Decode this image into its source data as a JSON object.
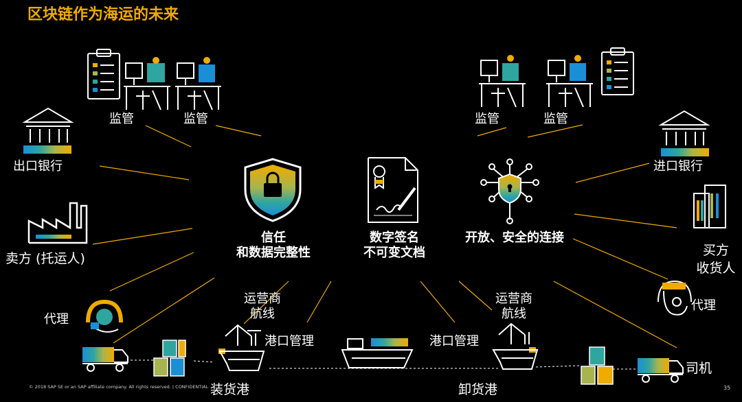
{
  "title": "区块链作为海运的未来",
  "colors": {
    "accent": "#f0ab00",
    "teal": "#2fa5a0",
    "blue": "#1a8fd6",
    "green": "#a8b44e",
    "line": "#f0ab00",
    "background": "#000000"
  },
  "icons": {
    "regulator_clipboard": "clipboard-checklist-icon",
    "regulator_desk": "desk-worker-icon",
    "bank": "bank-building-icon",
    "factory": "factory-icon",
    "agent": "headset-agent-icon",
    "truck": "truck-icon",
    "containers": "container-stack-icon",
    "ship_crane": "port-crane-ship-icon",
    "cargo_ship": "cargo-ship-icon",
    "trust": "shield-lock-icon",
    "signature": "signed-document-icon",
    "network": "secure-network-icon",
    "buildings": "office-buildings-icon"
  },
  "left": {
    "regulator_1": "监管",
    "regulator_2": "监管",
    "export_bank": "出口银行",
    "seller": "卖方 (托运人)",
    "agent": "代理"
  },
  "right": {
    "regulator_1": "监管",
    "regulator_2": "监管",
    "import_bank": "进口银行",
    "buyer_line1": "买方",
    "buyer_line2": "收货人",
    "agent": "代理",
    "driver": "司机"
  },
  "center": {
    "trust_line1": "信任",
    "trust_line2": "和数据完整性",
    "sign_line1": "数字签名",
    "sign_line2": "不可变文档",
    "network_label": "开放、安全的连接"
  },
  "bottom": {
    "carrier_left_line1": "运营商",
    "carrier_left_line2": "航线",
    "port_mgmt_left": "港口管理",
    "loading_port": "装货港",
    "port_mgmt_right": "港口管理",
    "carrier_right_line1": "运营商",
    "carrier_right_line2": "航线",
    "unloading_port": "卸货港"
  },
  "footer": {
    "copyright": "© 2018 SAP SE or an SAP affiliate company. All rights reserved.  |  CONFIDENTIAL",
    "page_number": "35"
  }
}
